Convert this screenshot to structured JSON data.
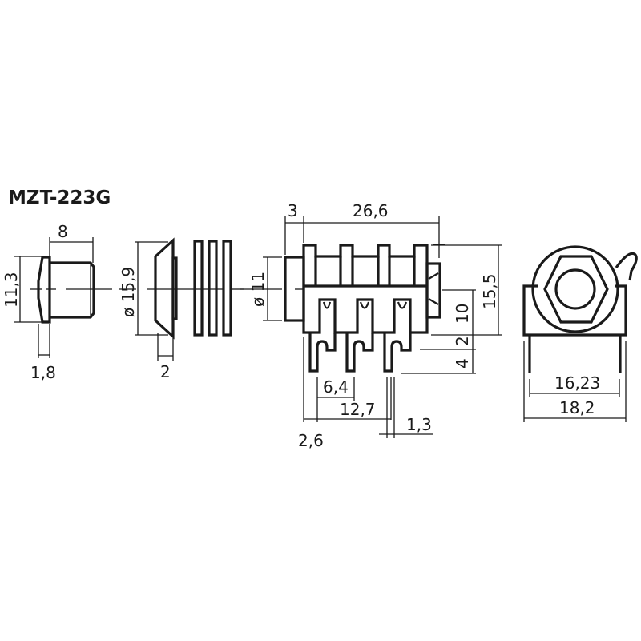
{
  "title": "MZT-223G",
  "colors": {
    "line": "#1a1a1a",
    "background": "#ffffff"
  },
  "views": {
    "nut_side": {
      "dimensions": {
        "length": "8",
        "height": "11,3",
        "flange": "1,8"
      }
    },
    "washer_spacers": {
      "dimensions": {
        "diameter": "ø 15,9",
        "thickness": "2"
      }
    },
    "jack_side": {
      "dimensions": {
        "front_collar": "3",
        "body_length": "26,6",
        "thread_diameter": "ø 11",
        "total_height": "15,5",
        "body_height": "10",
        "pin_offset": "2",
        "pin_length": "4",
        "pin_pitch": "6,4",
        "pin_span": "12,7",
        "pin_width": "1,3",
        "front_offset": "2,6"
      }
    },
    "jack_front": {
      "dimensions": {
        "pin_spacing": "16,23",
        "total_width": "18,2"
      }
    }
  }
}
